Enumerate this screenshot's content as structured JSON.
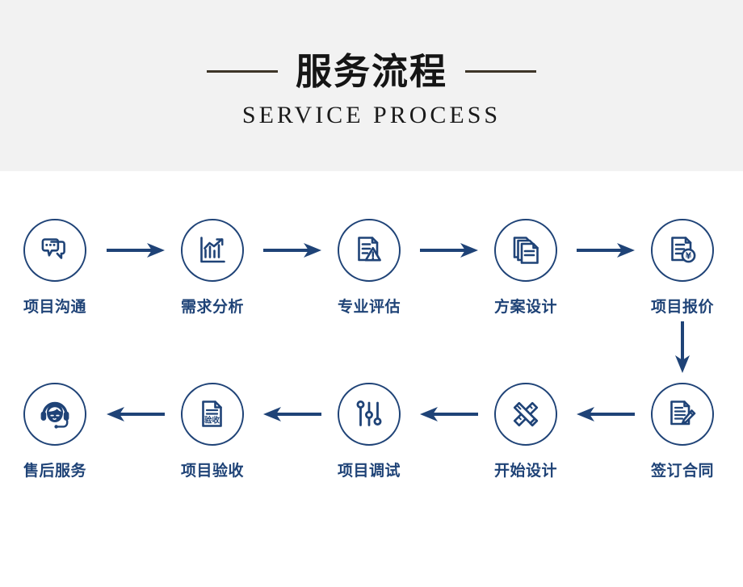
{
  "header": {
    "title_cn": "服务流程",
    "subtitle_en": "SERVICE  PROCESS",
    "rule_color": "#3d3528",
    "band_color": "#f2f2f2"
  },
  "theme": {
    "accent": "#1f4377",
    "page_background": "#ffffff"
  },
  "flow": {
    "steps": [
      {
        "index": 1,
        "label": "项目沟通",
        "icon": "chat-bubbles-icon"
      },
      {
        "index": 2,
        "label": "需求分析",
        "icon": "bar-chart-trend-icon"
      },
      {
        "index": 3,
        "label": "专业评估",
        "icon": "document-warning-icon"
      },
      {
        "index": 4,
        "label": "方案设计",
        "icon": "stacked-documents-icon"
      },
      {
        "index": 5,
        "label": "项目报价",
        "icon": "document-yuan-icon"
      },
      {
        "index": 6,
        "label": "签订合同",
        "icon": "document-pen-icon"
      },
      {
        "index": 7,
        "label": "开始设计",
        "icon": "pencil-ruler-cross-icon"
      },
      {
        "index": 8,
        "label": "项目调试",
        "icon": "sliders-icon"
      },
      {
        "index": 9,
        "label": "项目验收",
        "icon": "acceptance-document-icon"
      },
      {
        "index": 10,
        "label": "售后服务",
        "icon": "headset-agent-icon"
      }
    ],
    "connectors": [
      {
        "from": 1,
        "to": 2,
        "direction": "right"
      },
      {
        "from": 2,
        "to": 3,
        "direction": "right"
      },
      {
        "from": 3,
        "to": 4,
        "direction": "right"
      },
      {
        "from": 4,
        "to": 5,
        "direction": "right"
      },
      {
        "from": 5,
        "to": 6,
        "direction": "down"
      },
      {
        "from": 6,
        "to": 7,
        "direction": "left"
      },
      {
        "from": 7,
        "to": 8,
        "direction": "left"
      },
      {
        "from": 8,
        "to": 9,
        "direction": "left"
      },
      {
        "from": 9,
        "to": 10,
        "direction": "left"
      }
    ],
    "icon_badge_text": {
      "yuan_symbol": "¥",
      "acceptance_stamp": "验收"
    }
  }
}
